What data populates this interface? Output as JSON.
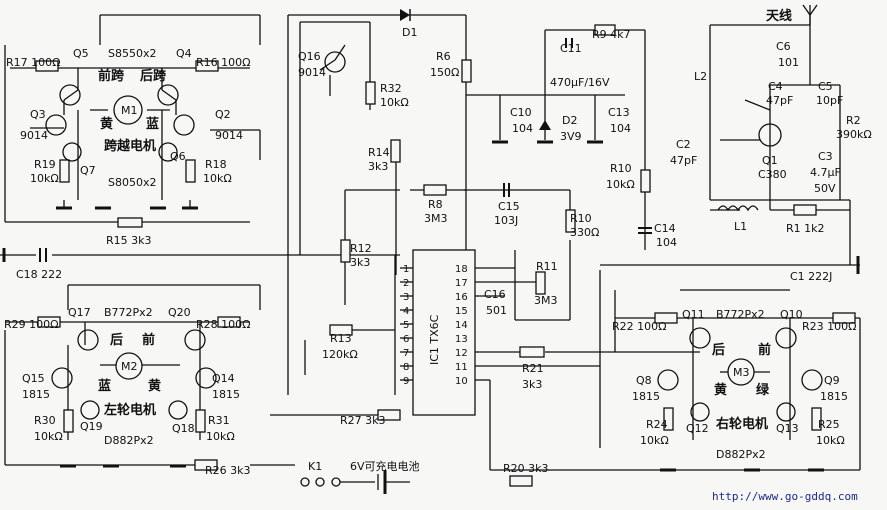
{
  "labels": {
    "q5": "Q5",
    "q4": "Q4",
    "q3": "Q3",
    "q2": "Q2",
    "q6": "Q6",
    "q7": "Q7",
    "s8550": "S8550x2",
    "s8050": "S8050x2",
    "q3_type": "9014",
    "q2_type": "9014",
    "r17": "R17 100Ω",
    "r16": "R16 100Ω",
    "r19": "R19",
    "r19v": "10kΩ",
    "r18": "R18",
    "r18v": "10kΩ",
    "m1": "M1",
    "front_span": "前跨",
    "rear_span": "后跨",
    "yellow1": "黄",
    "blue1": "蓝",
    "span_motor": "跨越电机",
    "r15": "R15 3k3",
    "q16": "Q16",
    "q16t": "9014",
    "r32": "R32",
    "r32v": "10kΩ",
    "r14": "R14",
    "r14v": "3k3",
    "r12": "R12",
    "r12v": "3k3",
    "r13": "R13",
    "r13v": "120kΩ",
    "r27": "R27  3k3",
    "r26": "R26  3k3",
    "d1": "D1",
    "r6": "R6",
    "r6v": "150Ω",
    "r8": "R8",
    "r8v": "3M3",
    "c15": "C15",
    "c15v": "103J",
    "r10a": "R10",
    "r10av": "330Ω",
    "r11": "R11",
    "r11v": "3M3",
    "c16": "C16",
    "c16v": "501",
    "ic1": "IC1 TX6C",
    "pins_left": [
      "1",
      "2",
      "3",
      "4",
      "5",
      "6",
      "7",
      "8",
      "9"
    ],
    "pins_right": [
      "18",
      "17",
      "16",
      "15",
      "14",
      "13",
      "12",
      "11",
      "10"
    ],
    "c11": "C11",
    "c11v": "470μF/16V",
    "r9": "R9  4k7",
    "c10": "C10",
    "c10v": "104",
    "d2": "D2",
    "d2v": "3V9",
    "c13": "C13",
    "c13v": "104",
    "antenna": "天线",
    "c6": "C6",
    "c6v": "101",
    "c4": "C4",
    "c4v": "47pF",
    "c5": "C5",
    "c5v": "10pF",
    "l2": "L2",
    "r2": "R2",
    "r2v": "390kΩ",
    "c2": "C2",
    "c2v": "47pF",
    "q1": "Q1",
    "q1t": "C380",
    "c3": "C3",
    "c3v": "4.7μF",
    "c3v2": "50V",
    "r10b": "R10",
    "r10bv": "10kΩ",
    "c14": "C14",
    "c14v": "104",
    "l1": "L1",
    "r1": "R1  1k2",
    "c1": "C1  222J",
    "c18": "C18  222",
    "q17": "Q17",
    "q20": "Q20",
    "b772_l": "B772Px2",
    "r29": "R29  100Ω",
    "r28": "R28  100Ω",
    "rear_l": "后",
    "front_l": "前",
    "q15": "Q15",
    "q15t": "1815",
    "q14": "Q14",
    "q14t": "1815",
    "m2": "M2",
    "blue2": "蓝",
    "yellow2": "黄",
    "left_motor": "左轮电机",
    "q19": "Q19",
    "q18": "Q18",
    "r30": "R30",
    "r30v": "10kΩ",
    "r31": "R31",
    "r31v": "10kΩ",
    "d882_l": "D882Px2",
    "r21": "R21",
    "r21v": "3k3",
    "r20": "R20  3k3",
    "k1": "K1",
    "battery": "6V可充电电池",
    "q11": "Q11",
    "q10": "Q10",
    "b772_r": "B772Px2",
    "r22": "R22  100Ω",
    "r23": "R23  100Ω",
    "rear_r": "后",
    "front_r": "前",
    "q8": "Q8",
    "q8t": "1815",
    "q9": "Q9",
    "q9t": "1815",
    "m3": "M3",
    "yellow3": "黄",
    "green3": "绿",
    "right_motor": "右轮电机",
    "q12": "Q12",
    "q13": "Q13",
    "r24": "R24",
    "r24v": "10kΩ",
    "r25": "R25",
    "r25v": "10kΩ",
    "d882_r": "D882Px2",
    "url": "http://www.go-gddq.com"
  }
}
